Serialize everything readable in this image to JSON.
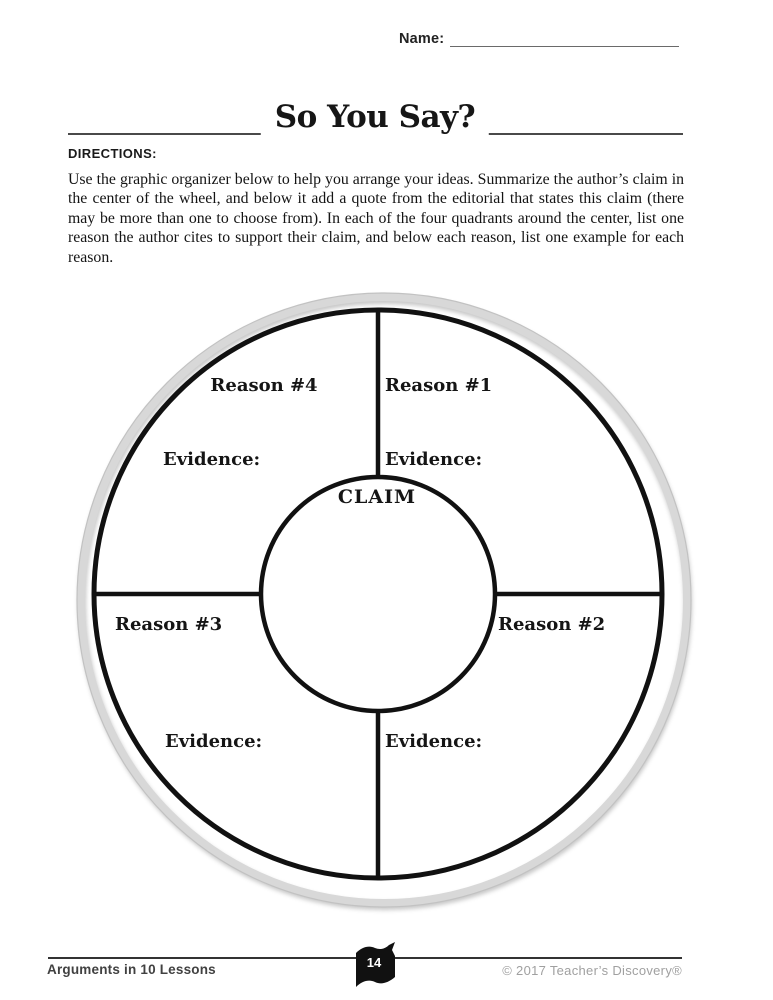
{
  "page": {
    "name_label": "Name:",
    "title": "So You Say?",
    "directions_label": "DIRECTIONS:",
    "directions_text": "Use the graphic organizer below to help you arrange your ideas. Summarize the author’s claim in the center of the wheel, and below it add a quote from the editorial that states this claim (there may be more than one to choose from). In each of the four quadrants around the center, list one reason the author cites to support their claim, and below each reason, list one example for each reason."
  },
  "wheel": {
    "center_label": "CLAIM",
    "quadrants": [
      {
        "position": "top-right",
        "reason_label": "Reason #1",
        "evidence_label": "Evidence:"
      },
      {
        "position": "bottom-right",
        "reason_label": "Reason #2",
        "evidence_label": "Evidence:"
      },
      {
        "position": "bottom-left",
        "reason_label": "Reason #3",
        "evidence_label": "Evidence:"
      },
      {
        "position": "top-left",
        "reason_label": "Reason #4",
        "evidence_label": "Evidence:"
      }
    ]
  },
  "footer": {
    "left_text": "Arguments in 10 Lessons",
    "page_number": "14",
    "right_text": "© 2017 Teacher’s Discovery®"
  },
  "colors": {
    "ink": "#151515",
    "rim_gray": "#d8d8d8",
    "footer_gray": "#a0a0a0"
  }
}
